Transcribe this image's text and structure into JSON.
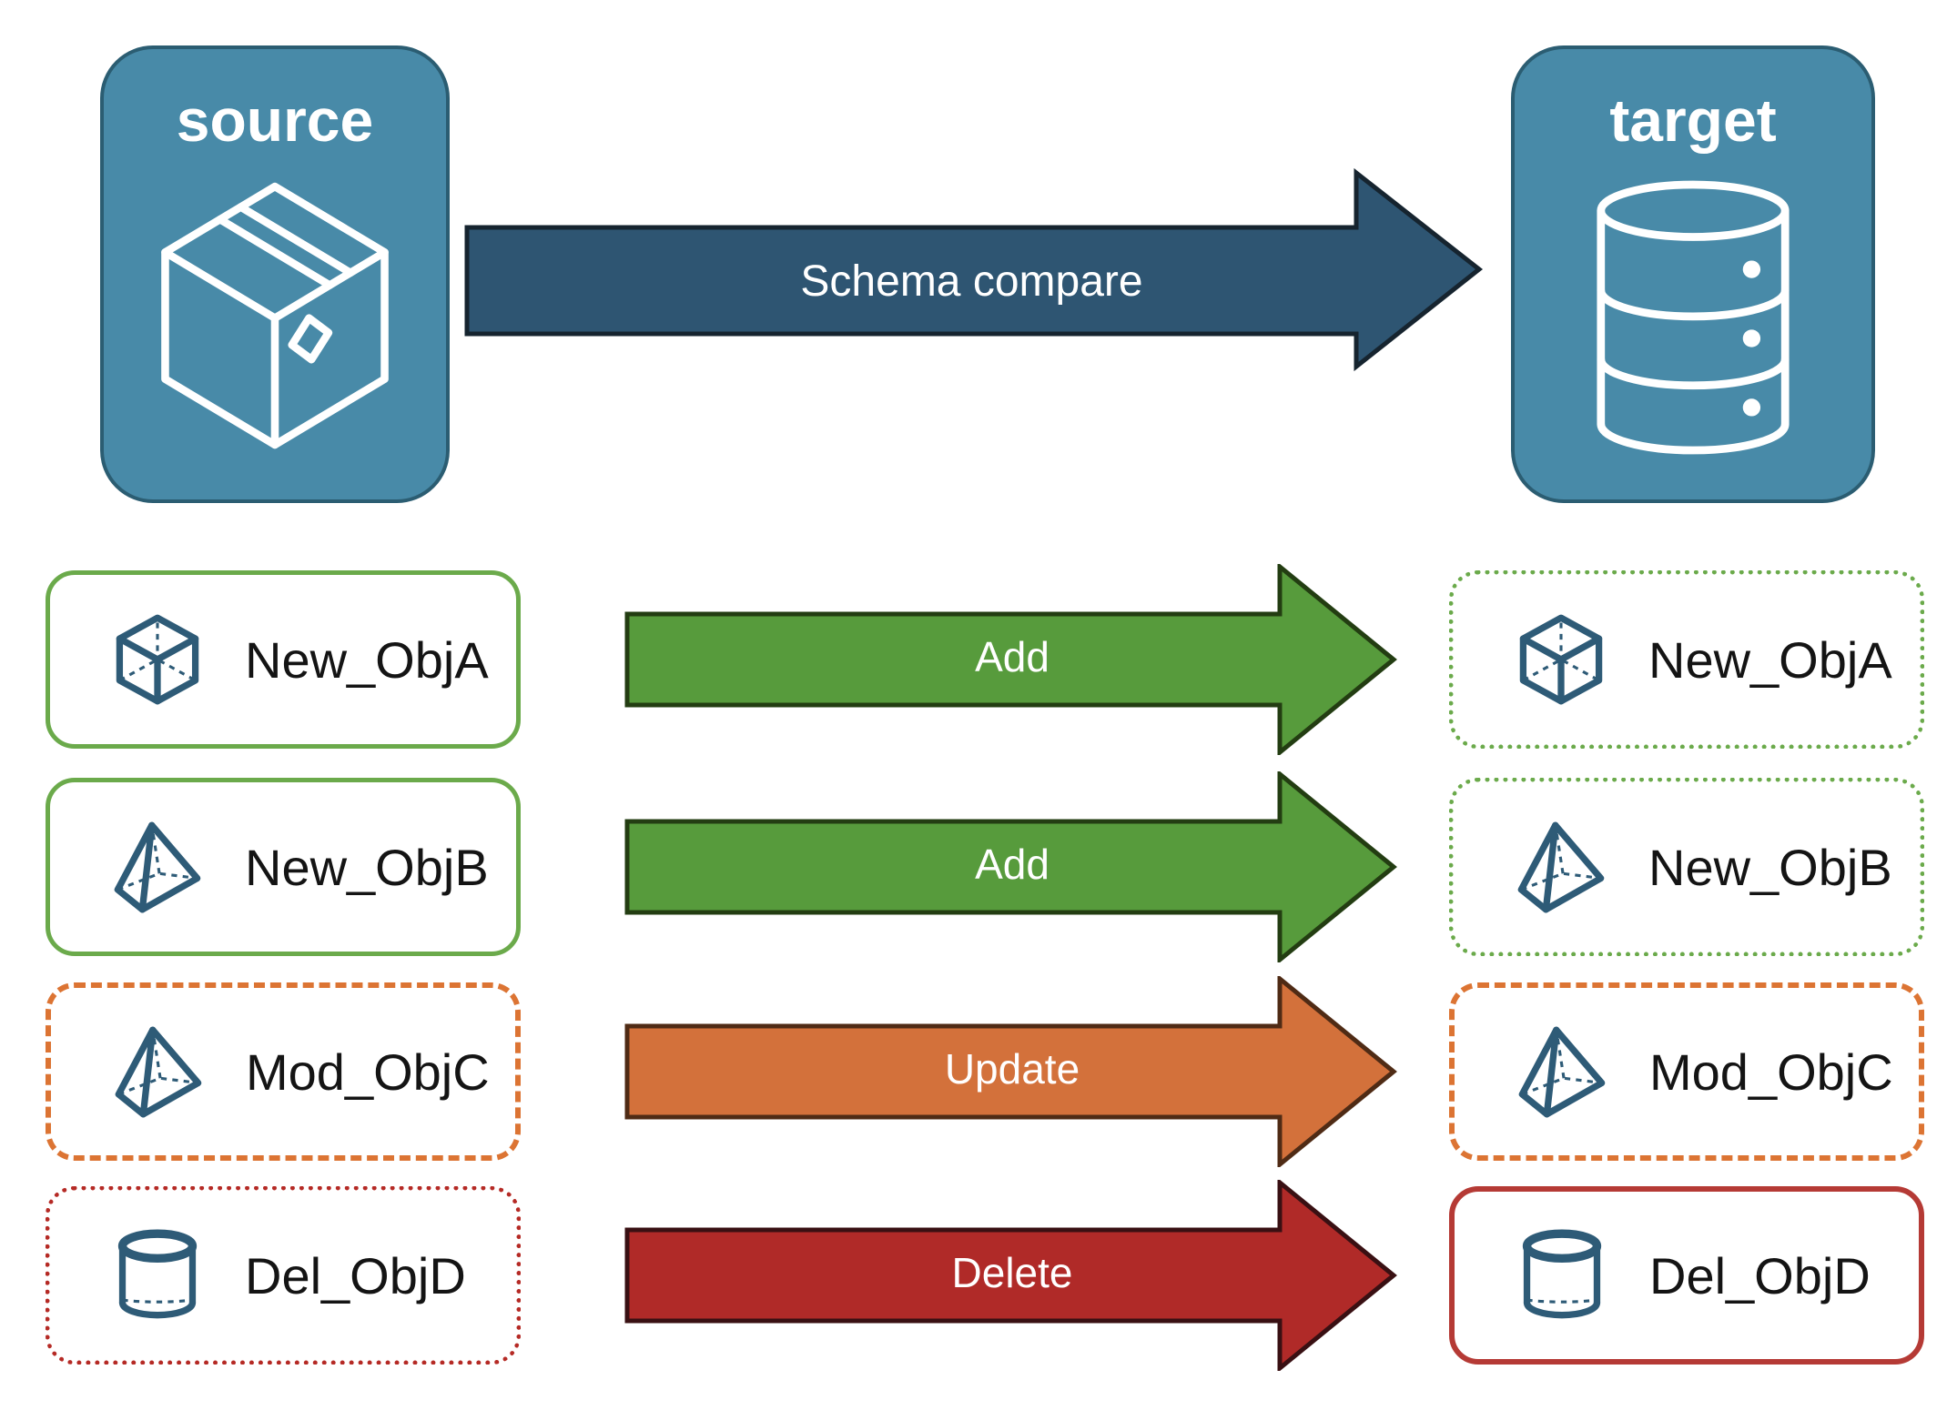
{
  "diagram": {
    "source_node": {
      "title": "source",
      "icon": "package-icon"
    },
    "target_node": {
      "title": "target",
      "icon": "database-icon"
    },
    "main_arrow": {
      "label": "Schema compare"
    },
    "rows": [
      {
        "name": "New_ObjA",
        "action": "Add",
        "icon": "cube-icon",
        "source_border": "green-solid",
        "target_border": "green-dotted"
      },
      {
        "name": "New_ObjB",
        "action": "Add",
        "icon": "pyramid-icon",
        "source_border": "green-solid",
        "target_border": "green-dotted"
      },
      {
        "name": "Mod_ObjC",
        "action": "Update",
        "icon": "pyramid-icon",
        "source_border": "orange-dashed",
        "target_border": "orange-dashed"
      },
      {
        "name": "Del_ObjD",
        "action": "Delete",
        "icon": "cylinder-icon",
        "source_border": "red-dotted",
        "target_border": "red-solid"
      }
    ],
    "palette": {
      "node_fill": "#488AA8",
      "node_border": "#2B5D72",
      "main_arrow_fill": "#2E5572",
      "main_arrow_outline": "#16242F",
      "add_fill": "#579B3C",
      "add_outline": "#233D12",
      "update_fill": "#D3713B",
      "update_outline": "#4F2B15",
      "delete_fill": "#B02A28",
      "delete_outline": "#391013",
      "green_box_border": "#6BAA4B",
      "orange_box_border": "#DC7433",
      "red_box_border": "#B52A25",
      "object_icon_stroke": "#2E5B77",
      "label_text": "#141414",
      "arrow_text": "#FFFFFF"
    }
  }
}
